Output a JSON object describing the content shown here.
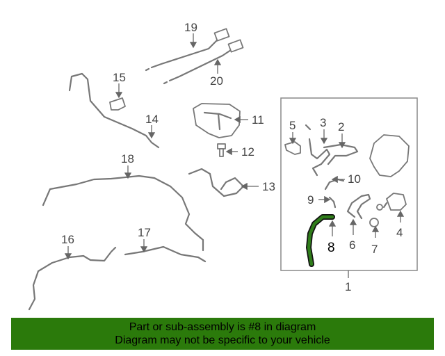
{
  "callouts": {
    "n1": "1",
    "n2": "2",
    "n3": "3",
    "n4": "4",
    "n5": "5",
    "n6": "6",
    "n7": "7",
    "n8": "8",
    "n9": "9",
    "n10": "10",
    "n11": "11",
    "n12": "12",
    "n13": "13",
    "n14": "14",
    "n15": "15",
    "n16": "16",
    "n17": "17",
    "n18": "18",
    "n19": "19",
    "n20": "20"
  },
  "highlight": {
    "part": "8",
    "color": "#2f7d1a"
  },
  "banner": {
    "line1": "Part or sub-assembly is #8 in diagram",
    "line2": "Diagram may not be specific to your vehicle",
    "color": "#2b7a0b"
  }
}
